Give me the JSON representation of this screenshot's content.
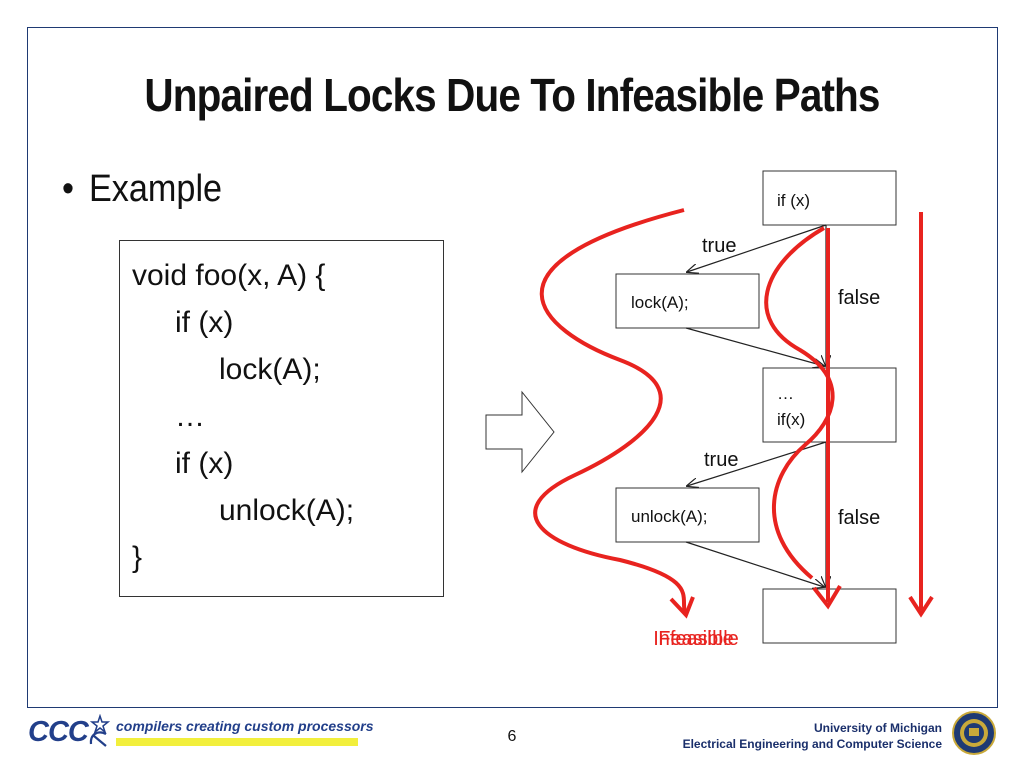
{
  "slide": {
    "title": "Unpaired Locks Due To Infeasible Paths",
    "bullet": "Example",
    "code_lines": [
      "void foo(x, A) {",
      "if (x)",
      "lock(A);",
      "…",
      "if (x)",
      "unlock(A);",
      "}"
    ]
  },
  "flow": {
    "box_if1": "if (x)",
    "box_lock": "lock(A);",
    "box_ellipsis": "…",
    "box_if2": "if(x)",
    "box_unlock": "unlock(A);",
    "true_label_1": "true",
    "false_label_1": "false",
    "true_label_2": "true",
    "false_label_2": "false",
    "path_label_infeasible": "Infeasible",
    "path_label_feasible": "Feasible",
    "colors": {
      "path": "#e8231f",
      "box_border": "#333333",
      "arrow": "#222222"
    }
  },
  "footer": {
    "logo_text": "CCC",
    "tagline": "compilers creating custom processors",
    "page_number": "6",
    "affiliation_line1": "University of Michigan",
    "affiliation_line2": "Electrical Engineering and Computer Science",
    "colors": {
      "brand": "#223f8a",
      "tagline_bar": "#f2ef3c",
      "frame": "#1f3a73"
    }
  }
}
